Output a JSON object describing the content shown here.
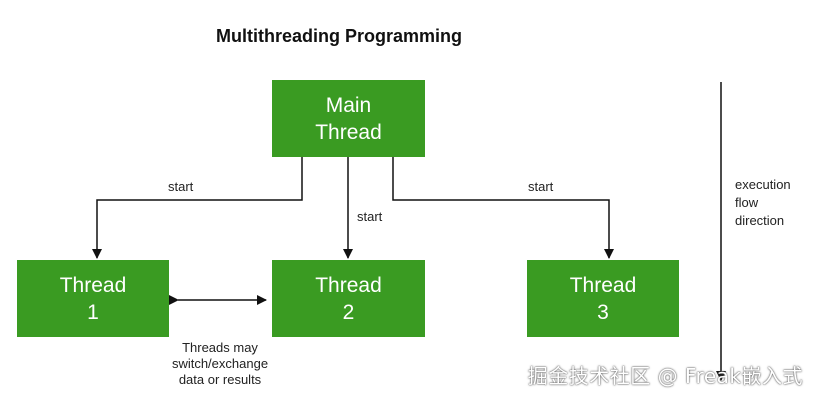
{
  "title": "Multithreading Programming",
  "nodes": {
    "main": "Main\nThread",
    "thread1": "Thread\n1",
    "thread2": "Thread\n2",
    "thread3": "Thread\n3"
  },
  "edge_labels": {
    "start_left": "start",
    "start_middle": "start",
    "start_right": "start"
  },
  "exchange_note": "Threads may\nswitch/exchange\ndata or results",
  "flow_note": "execution\nflow\ndirection",
  "watermark": "掘金技术社区 @ Freak嵌入式",
  "colors": {
    "box_fill": "#3a9b22",
    "box_text": "#ffffff",
    "line": "#111111"
  }
}
